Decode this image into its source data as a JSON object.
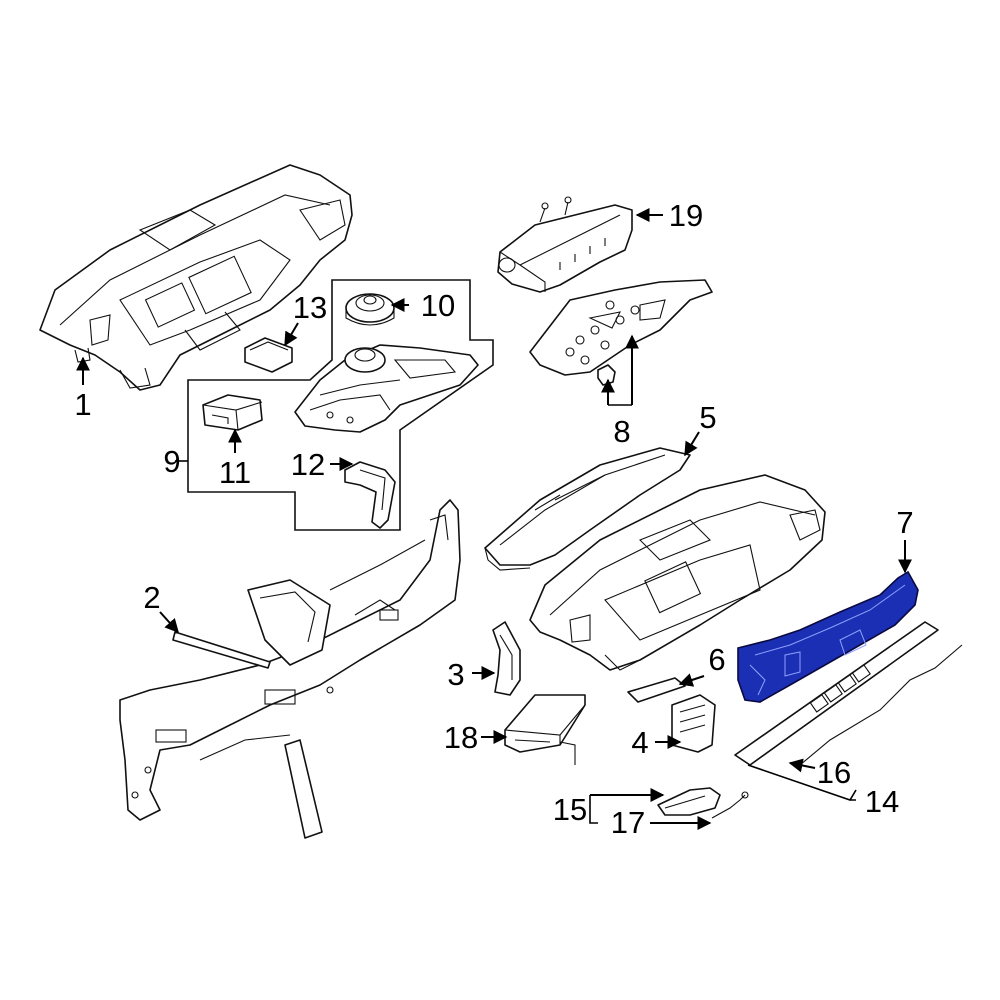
{
  "diagram": {
    "highlight_color": "#1b2fb5",
    "line_color": "#111111",
    "background": "#ffffff",
    "callouts": [
      {
        "id": "1",
        "label": "1"
      },
      {
        "id": "2",
        "label": "2"
      },
      {
        "id": "3",
        "label": "3"
      },
      {
        "id": "4",
        "label": "4"
      },
      {
        "id": "5",
        "label": "5"
      },
      {
        "id": "6",
        "label": "6"
      },
      {
        "id": "7",
        "label": "7"
      },
      {
        "id": "8",
        "label": "8"
      },
      {
        "id": "9",
        "label": "9"
      },
      {
        "id": "10",
        "label": "10"
      },
      {
        "id": "11",
        "label": "11"
      },
      {
        "id": "12",
        "label": "12"
      },
      {
        "id": "13",
        "label": "13"
      },
      {
        "id": "14",
        "label": "14"
      },
      {
        "id": "15",
        "label": "15"
      },
      {
        "id": "16",
        "label": "16"
      },
      {
        "id": "17",
        "label": "17"
      },
      {
        "id": "18",
        "label": "18"
      },
      {
        "id": "19",
        "label": "19"
      }
    ]
  }
}
